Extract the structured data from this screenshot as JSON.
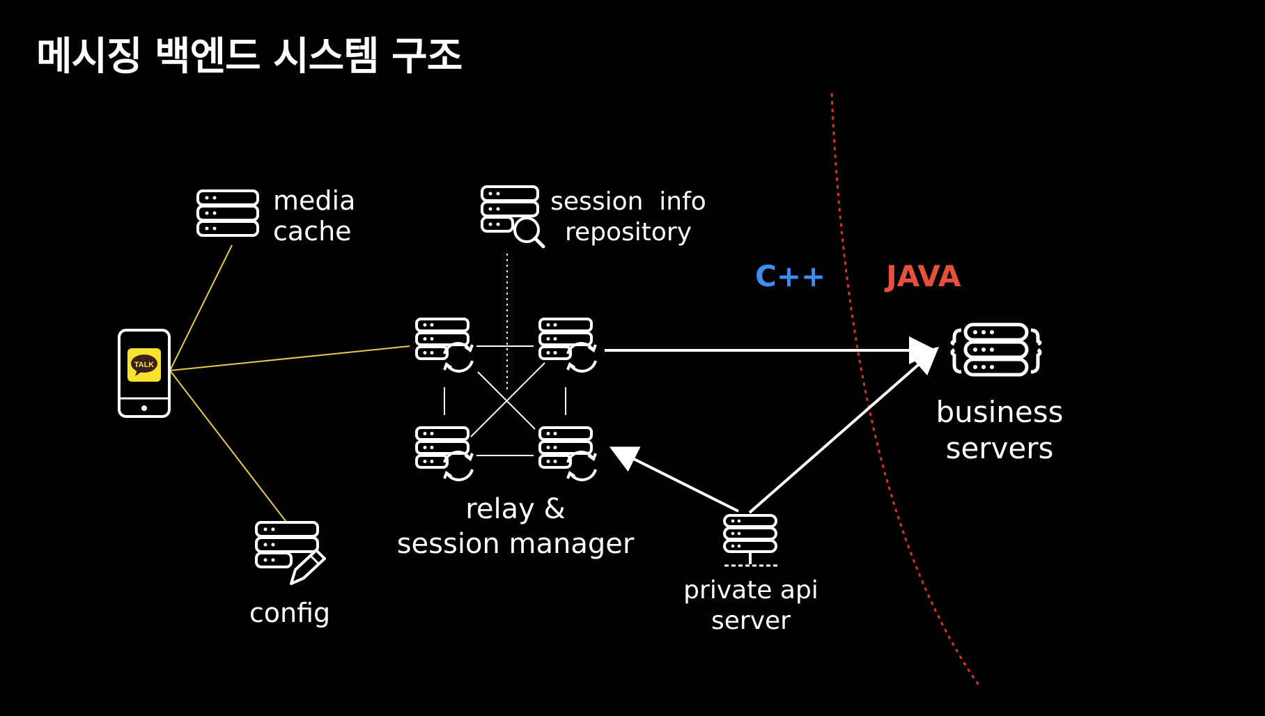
{
  "title": "메시징 백엔드 시스템 구조",
  "phone": {
    "badge": "TALK"
  },
  "labels": {
    "media_cache": [
      "media",
      "cache"
    ],
    "session_info": [
      "session  info",
      "repository"
    ],
    "relay": [
      "relay &",
      "session manager"
    ],
    "config": "config",
    "private_api": [
      "private api",
      "server"
    ],
    "business": [
      "business",
      "servers"
    ]
  },
  "boundary": {
    "left_label": "C++",
    "right_label": "JAVA"
  },
  "colors": {
    "background": "#000000",
    "foreground": "#ffffff",
    "client_links": "#e8cc4a",
    "phone_badge": "#f7e22e",
    "cpp": "#3d8ef0",
    "java": "#e8503e",
    "boundary_line": "#d9302a"
  }
}
